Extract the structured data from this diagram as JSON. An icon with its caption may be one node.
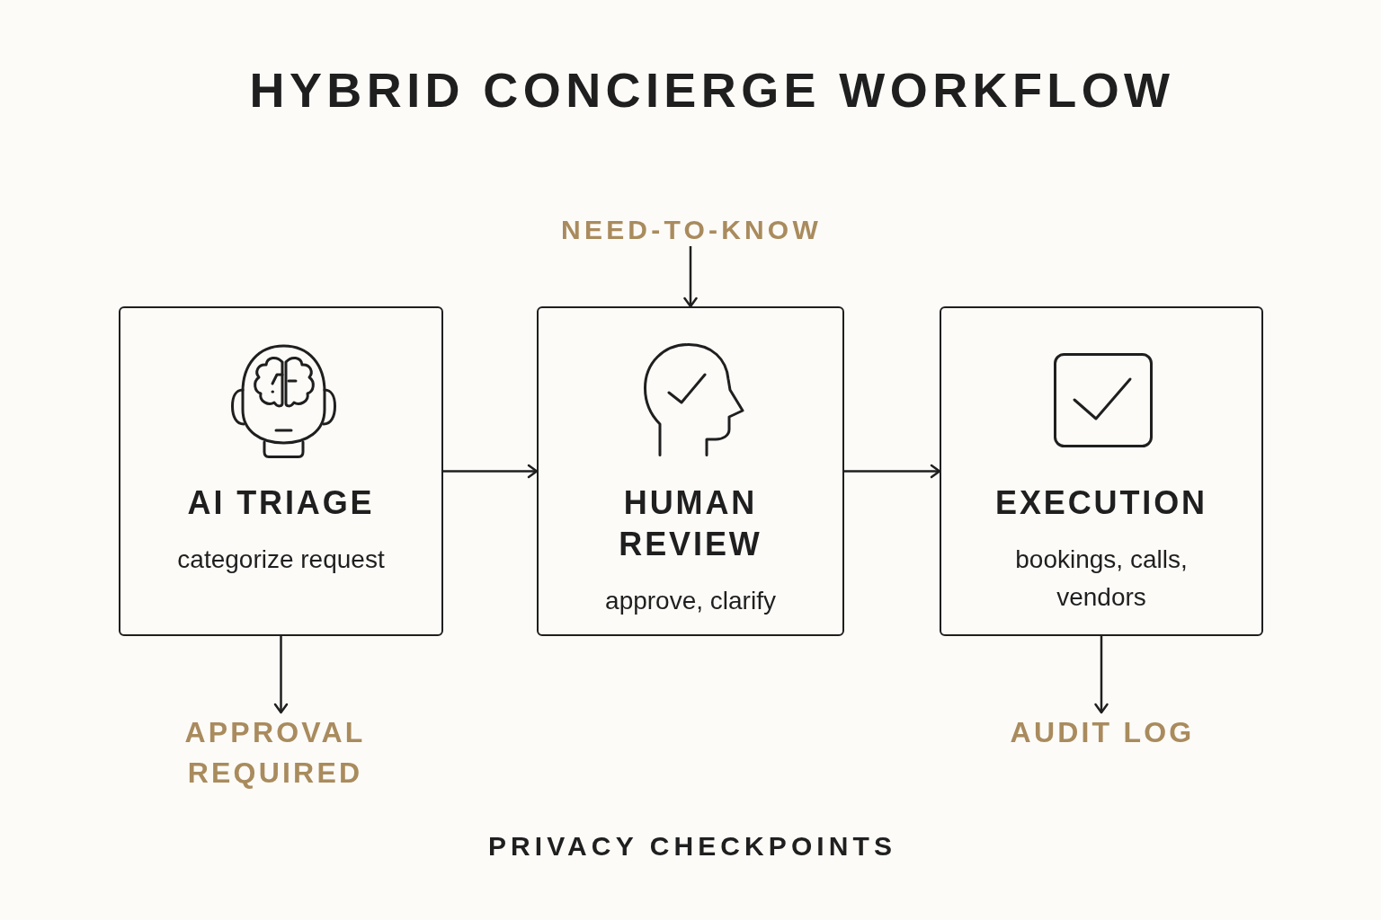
{
  "diagram": {
    "title": "HYBRID CONCIERGE WORKFLOW",
    "nodes": [
      {
        "text": [
          "NEED-TO-KNOW"
        ]
      },
      {
        "text": [
          "AI TRIAGE",
          "categorize request"
        ]
      },
      {
        "text": [
          "HUMAN REVIEW",
          "approve, clarify"
        ]
      },
      {
        "text": [
          "EXECUTION",
          "bookings, calls, vendors"
        ]
      },
      {
        "text": [
          "APPROVAL REQUIRED"
        ]
      },
      {
        "text": [
          "AUDIT LOG"
        ]
      }
    ],
    "edges": [
      {
        "from": 1,
        "to": 2,
        "arrow": "to"
      },
      {
        "from": 2,
        "to": 3,
        "arrow": "to"
      },
      {
        "from": 0,
        "to": 2,
        "arrow": "to"
      },
      {
        "from": 1,
        "to": 4,
        "arrow": "to"
      },
      {
        "from": 3,
        "to": 5,
        "arrow": "to"
      }
    ],
    "labels": [
      "PRIVACY CHECKPOINTS"
    ]
  }
}
